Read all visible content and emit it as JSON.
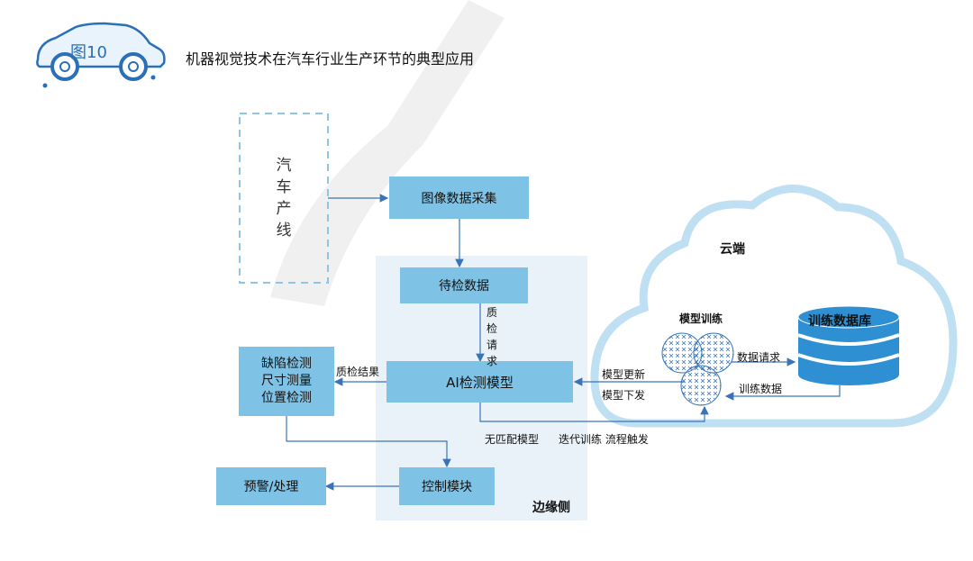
{
  "header": {
    "figure_label": "图10",
    "title": "机器视觉技术在汽车行业生产环节的典型应用"
  },
  "nodes": {
    "production_line": "汽车产线",
    "image_capture": "图像数据采集",
    "pending_data": "待检数据",
    "ai_model": "AI检测模型",
    "detections": [
      "缺陷检测",
      "尺寸测量",
      "位置检测"
    ],
    "control_module": "控制模块",
    "alarm": "预警/处理",
    "edge_side": "边缘侧",
    "cloud": "云端",
    "model_training": "模型训练",
    "training_db": "训练数据库"
  },
  "edges": {
    "quality_request": "质检请求",
    "quality_result": "质检结果",
    "model_update": "模型更新",
    "model_deploy": "模型下发",
    "no_match": "无匹配模型",
    "iterative_trigger": "迭代训练 流程触发",
    "data_request": "数据请求",
    "training_data": "训练数据"
  },
  "colors": {
    "box": "#7ec3e6",
    "edge_panel": "#e9f2f8",
    "cloud_outline": "#bfe0f2",
    "arrow": "#3a74b8",
    "db": "#2f8fd3"
  }
}
